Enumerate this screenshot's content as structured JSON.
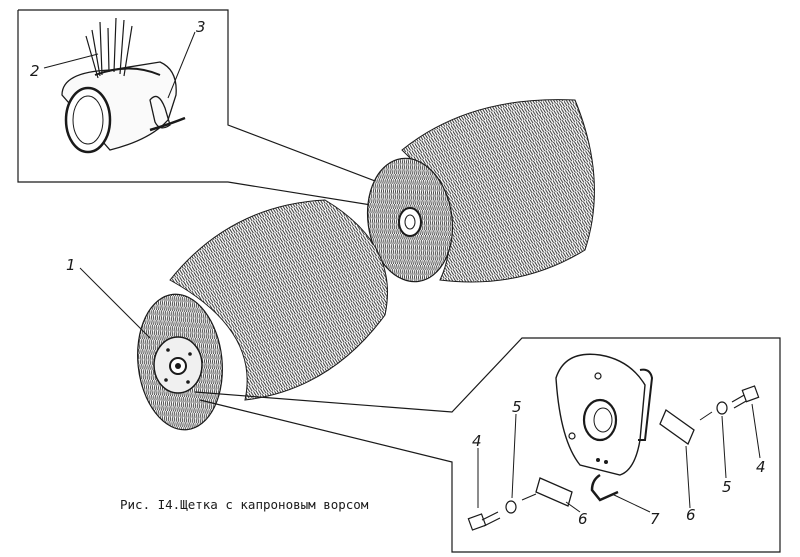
{
  "caption": "Рис. I4.Щетка с капроновым ворсом",
  "callouts": [
    {
      "id": "c2",
      "text": "2"
    },
    {
      "id": "c3",
      "text": "3"
    },
    {
      "id": "c1",
      "text": "1"
    },
    {
      "id": "c4a",
      "text": "4"
    },
    {
      "id": "c5a",
      "text": "5"
    },
    {
      "id": "c6a",
      "text": "6"
    },
    {
      "id": "c7",
      "text": "7"
    },
    {
      "id": "c6b",
      "text": "6"
    },
    {
      "id": "c5b",
      "text": "5"
    },
    {
      "id": "c4b",
      "text": "4"
    }
  ]
}
